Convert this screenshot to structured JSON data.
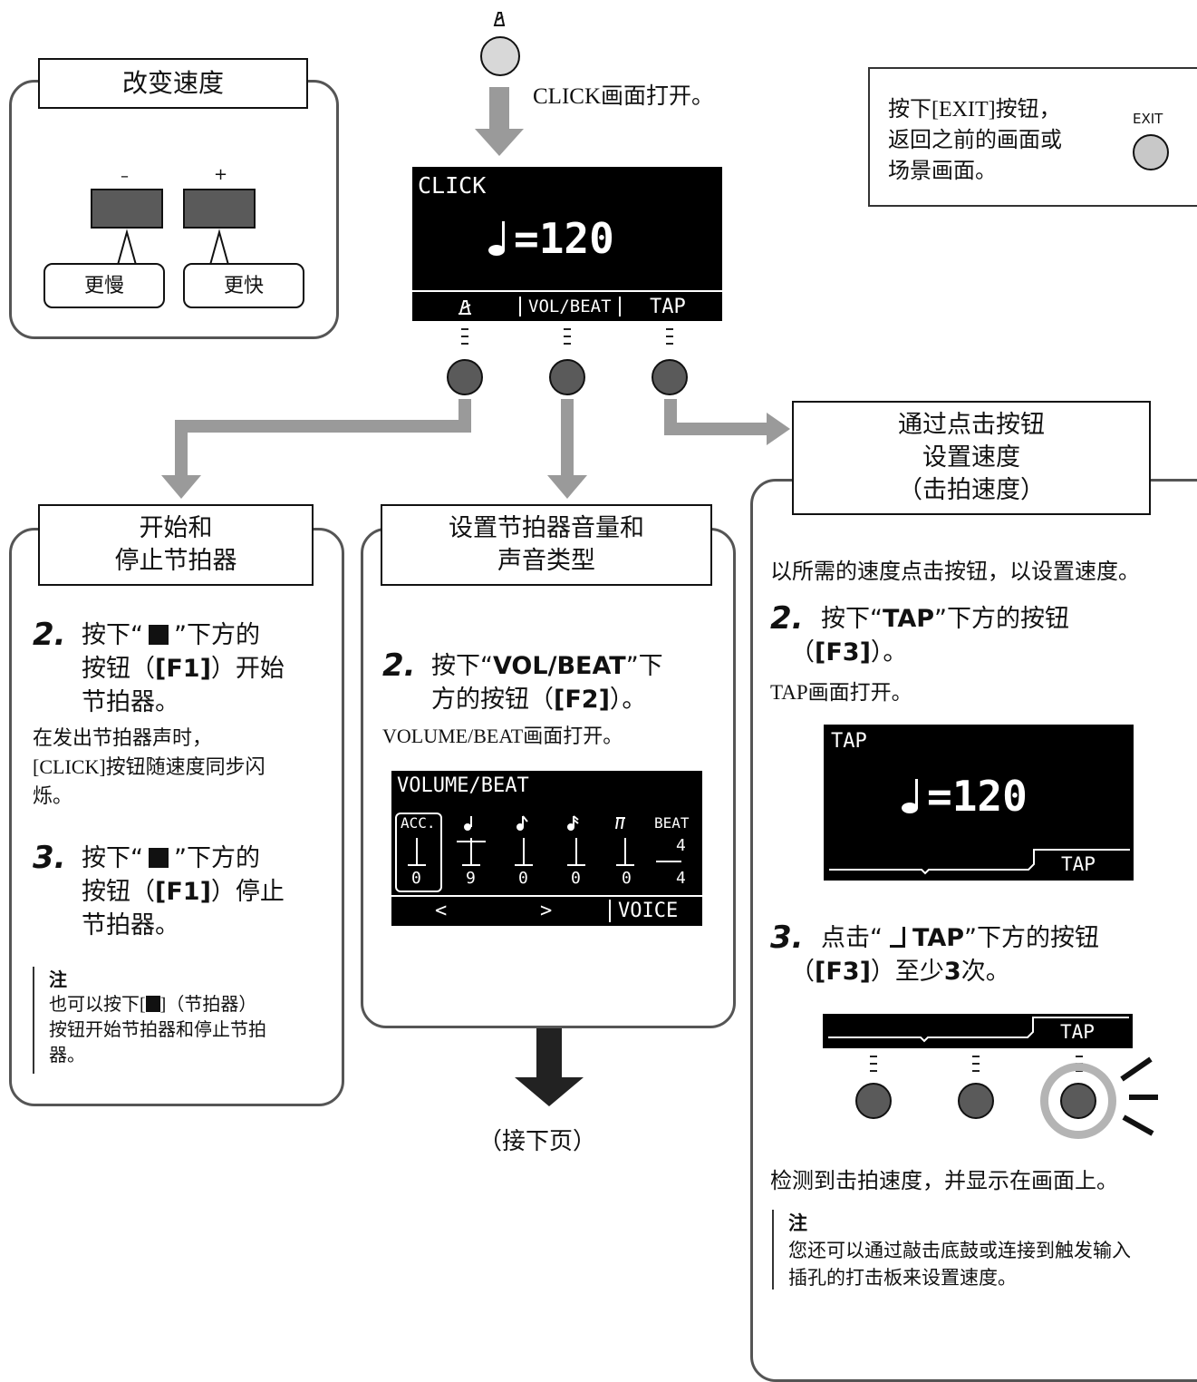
{
  "top": {
    "click_caption": "CLICK画面打开。"
  },
  "tempo_change": {
    "title": "改变速度",
    "minus": "–",
    "plus": "+",
    "slower": "更慢",
    "faster": "更快"
  },
  "exit_box": {
    "text1": "按下[EXIT]按钮，",
    "text2": "返回之前的画面或",
    "text3": "场景画面。",
    "exit_label": "EXIT"
  },
  "click_screen": {
    "title": "CLICK",
    "tempo": "=120",
    "f1": "",
    "f2": "VOL/BEAT",
    "f3": "TAP"
  },
  "panel1": {
    "title1": "开始和",
    "title2": "停止节拍器",
    "step2_num": "2.",
    "step2_a": "按下“",
    "step2_b": "”下方的",
    "step2_c": "按钮（",
    "step2_key": "[F1]",
    "step2_d": "）开始",
    "step2_e": "节拍器。",
    "body1": "在发出节拍器声时，",
    "body2": "[CLICK]按钮随速度同步闪",
    "body3": "烁。",
    "step3_num": "3.",
    "step3_a": "按下“",
    "step3_b": "”下方的",
    "step3_c": "按钮（",
    "step3_key": "[F1]",
    "step3_d": "）停止",
    "step3_e": "节拍器。",
    "note_title": "注",
    "note1": "也可以按下[",
    "note1b": "]（节拍器）",
    "note2": "按钮开始节拍器和停止节拍",
    "note3": "器。"
  },
  "panel2": {
    "title1": "设置节拍器音量和",
    "title2": "声音类型",
    "step2_num": "2.",
    "step2_a": "按下“",
    "step2_key": "VOL/BEAT",
    "step2_b": "”下",
    "step2_c": "方的按钮（",
    "step2_key2": "[F2]",
    "step2_d": "）。",
    "body1": "VOLUME/BEAT画面打开。",
    "lcd_title": "VOLUME/BEAT",
    "cols": [
      {
        "head": "ACC.",
        "val": "0"
      },
      {
        "head": "",
        "val": "9"
      },
      {
        "head": "",
        "val": "0"
      },
      {
        "head": "",
        "val": "0"
      },
      {
        "head": "",
        "val": "0"
      },
      {
        "head": "BEAT",
        "val": "4"
      }
    ],
    "beat_top": "4",
    "soft1": "<",
    "soft2": ">",
    "soft3": "VOICE",
    "next_page": "（接下页）"
  },
  "panel3": {
    "title1": "通过点击按钮",
    "title2": "设置速度",
    "title3": "（击拍速度）",
    "intro": "以所需的速度点击按钮，以设置速度。",
    "step2_num": "2.",
    "step2_a": "按下“",
    "step2_key": "TAP",
    "step2_b": "”下方的按钮",
    "step2_c": "（",
    "step2_key2": "[F3]",
    "step2_d": "）。",
    "body1": "TAP画面打开。",
    "lcd_title": "TAP",
    "lcd_tempo": "=120",
    "lcd_soft": "TAP",
    "step3_num": "3.",
    "step3_a": "点击“",
    "step3_key": "TAP",
    "step3_b": "”下方的按钮",
    "step3_c": "（",
    "step3_key2": "[F3]",
    "step3_d": "）至少",
    "step3_num2": "3",
    "step3_e": "次。",
    "bar_soft": "TAP",
    "body2": "检测到击拍速度，并显示在画面上。",
    "note_title": "注",
    "note1": "您还可以通过敲击底鼓或连接到触发输入",
    "note2": "插孔的打击板来设置速度。"
  }
}
